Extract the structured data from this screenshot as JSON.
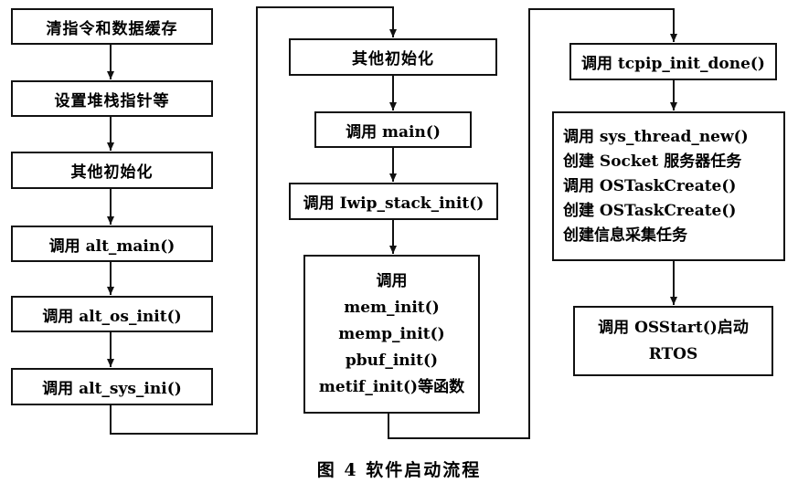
{
  "col1": [
    "清指令和数据缓存",
    "设置堆栈指针等",
    "其他初始化",
    "调用 alt_main()",
    "调用 alt_os_init()",
    "调用 alt_sys_ini()"
  ],
  "col2": {
    "boxes": [
      "其他初始化",
      "调用 main()",
      "调用 Iwip_stack_init()"
    ],
    "multi": [
      "调用",
      "mem_init()",
      "memp_init()",
      "pbuf_init()",
      "metif_init()等函数"
    ]
  },
  "col3": {
    "box1": "调用 tcpip_init_done()",
    "multi": [
      "调用 sys_thread_new()",
      "创建 Socket 服务器任务",
      "调用 OSTaskCreate()",
      "创建 OSTaskCreate()",
      "创建信息采集任务"
    ],
    "last": [
      "调用 OSStart()启动",
      "RTOS"
    ]
  },
  "caption": "图 4 软件启动流程"
}
